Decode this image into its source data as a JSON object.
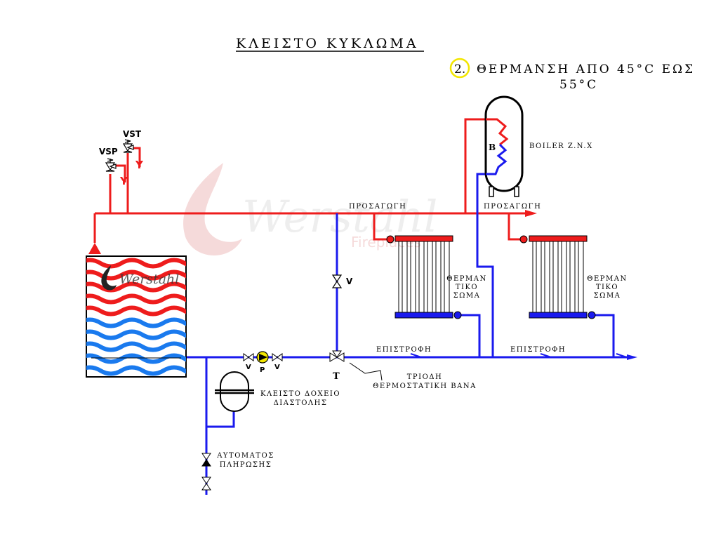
{
  "title": "ΚΛΕΙΣΤΟ ΚΥΚΛΩΜΑ",
  "subtitle": {
    "number": "2.",
    "line1": "ΘΕΡΜΑΝΣΗ ΑΠΟ 45°C ΕΩΣ",
    "line2": "55°C"
  },
  "watermark": {
    "brand": "Werstahl",
    "sub": "Fireplaces"
  },
  "labels": {
    "vst": "VST",
    "vsp": "VSP",
    "y": "Y",
    "supply_1": "ΠΡΟΣΑΓΩΓΗ",
    "supply_2": "ΠΡΟΣΑΓΩΓΗ",
    "boiler": "BOILER Z.N.X",
    "boiler_letter": "B",
    "radiator_1": [
      "ΘΕΡΜΑΝ",
      "ΤΙΚΟ",
      "ΣΩΜΑ"
    ],
    "radiator_2": [
      "ΘΕΡΜΑΝ",
      "ΤΙΚΟ",
      "ΣΩΜΑ"
    ],
    "valve_v": "V",
    "return_1": "ΕΠΙΣΤΡΟΦΗ",
    "return_2": "ΕΠΙΣΤΡΟΦΗ",
    "pump_v_left": "V",
    "pump_p": "P",
    "pump_v_right": "V",
    "tee": "T",
    "three_way_valve": [
      "ΤΡΙΟΔΗ",
      "ΘΕΡΜΟΣΤΑΤΙΚΗ ΒΑΝΑ"
    ],
    "expansion_tank": [
      "ΚΛΕΙΣΤΟ ΔΟΧΕΙΟ",
      "ΔΙΑΣΤΟΛΗΣ"
    ],
    "auto_fill": [
      "ΑΥΤΟΜΑΤΟΣ",
      "ΠΛΗΡΩΣΗΣ"
    ]
  },
  "colors": {
    "hot": "#ee1c1c",
    "cold": "#1a1aee",
    "line": "#000000",
    "circle": "#f2e600",
    "pump": "#f2e600"
  },
  "icons": {
    "safety_valve": "safety-valve-icon",
    "gate_valve": "gate-valve-icon",
    "pump": "circulation-pump-icon",
    "three_way": "three-way-valve-icon",
    "tank": "expansion-tank-icon",
    "boiler": "boiler-icon",
    "radiator": "radiator-icon",
    "fireplace": "fireplace-icon"
  }
}
